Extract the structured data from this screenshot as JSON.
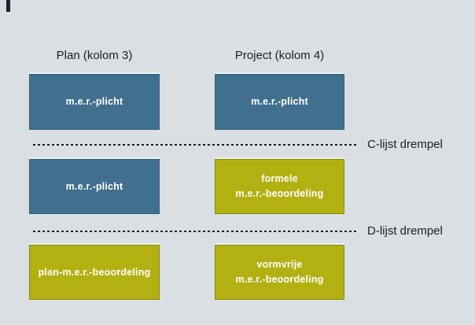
{
  "diagram": {
    "columns": {
      "plan": "Plan (kolom 3)",
      "project": "Project (kolom 4)"
    },
    "boxes": {
      "plan_row1": {
        "label": "m.e.r.-plicht"
      },
      "project_row1": {
        "label": "m.e.r.-plicht"
      },
      "plan_row2": {
        "label": "m.e.r.-plicht"
      },
      "project_row2": {
        "line1": "formele",
        "line2": "m.e.r.-beoordeling"
      },
      "plan_row3": {
        "label": "plan-m.e.r.-beoordeling"
      },
      "project_row3": {
        "line1": "vormvrije",
        "line2": "m.e.r.-beoordeling"
      }
    },
    "thresholds": {
      "c": {
        "label": "C-lijst drempel"
      },
      "d": {
        "label": "D-lijst drempel"
      }
    }
  },
  "colors": {
    "background": "#D9DFE2",
    "box_blue": "#41708E",
    "box_blue_border": "#33617E",
    "box_yellow": "#B3B112",
    "box_yellow_border": "#8C8A0C",
    "text_dark": "#1F1F1F",
    "text_light": "#FFFFFF",
    "line_dark": "#1B1B1B",
    "corner_mark": "#17222C"
  }
}
